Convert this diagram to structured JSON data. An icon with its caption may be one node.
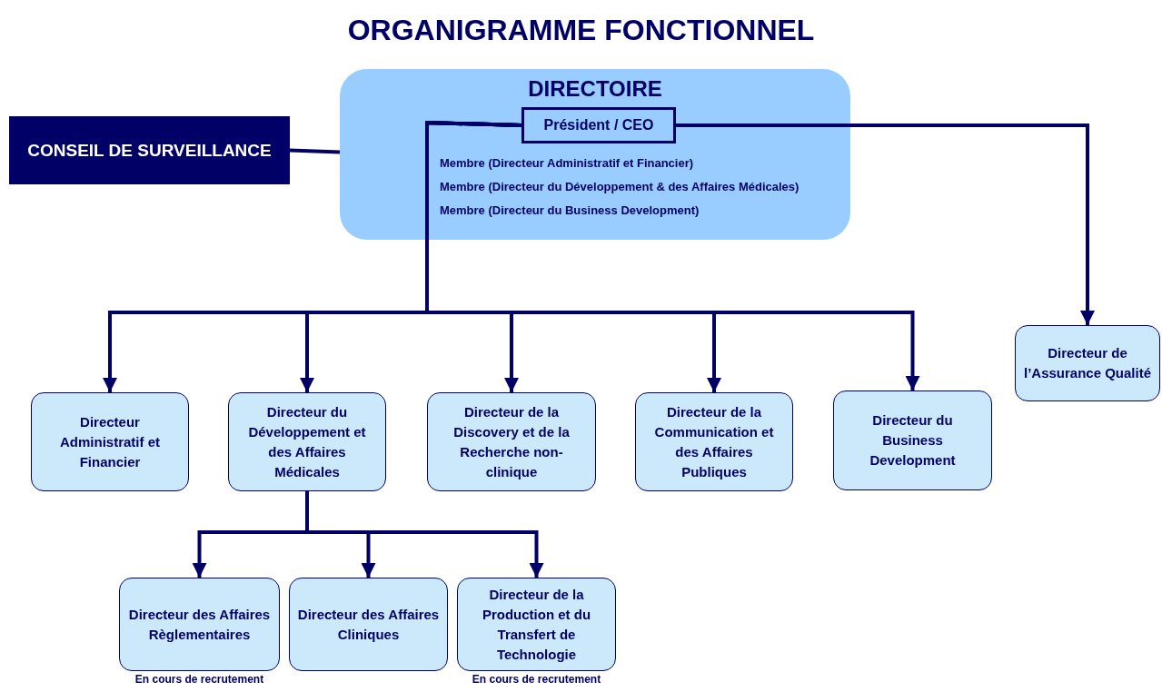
{
  "diagram": {
    "title": "ORGANIGRAMME FONCTIONNEL",
    "nodes": [
      {
        "text": [
          "CONSEIL DE SURVEILLANCE"
        ]
      },
      {
        "text": [
          "DIRECTOIRE",
          "Membre (Directeur Administratif et Financier)",
          "Membre (Directeur du Développement & des Affaires Médicales)",
          "Membre (Directeur du Business Development)"
        ]
      },
      {
        "text": [
          "Président / CEO"
        ],
        "in": 1
      },
      {
        "text": [
          "Directeur Administratif et Financier"
        ]
      },
      {
        "text": [
          "Directeur du Développement et des Affaires Médicales"
        ]
      },
      {
        "text": [
          "Directeur de la Discovery et de la Recherche non-clinique"
        ]
      },
      {
        "text": [
          "Directeur de la Communication et des Affaires Publiques"
        ]
      },
      {
        "text": [
          "Directeur du Business Development"
        ]
      },
      {
        "text": [
          "Directeur de l’Assurance Qualité"
        ]
      },
      {
        "text": [
          "Directeur des Affaires Règlementaires"
        ],
        "beside": [
          "En cours de recrutement"
        ]
      },
      {
        "text": [
          "Directeur des Affaires Cliniques"
        ]
      },
      {
        "text": [
          "Directeur de la Production et du Transfert de Technologie"
        ],
        "beside": [
          "En cours de recrutement"
        ]
      }
    ],
    "edges": [
      {
        "from": 0,
        "to": 1,
        "arrow": "none"
      },
      {
        "from": 2,
        "to": 3,
        "arrow": "to"
      },
      {
        "from": 2,
        "to": 4,
        "arrow": "to"
      },
      {
        "from": 2,
        "to": 5,
        "arrow": "to"
      },
      {
        "from": 2,
        "to": 6,
        "arrow": "to"
      },
      {
        "from": 2,
        "to": 7,
        "arrow": "to"
      },
      {
        "from": 2,
        "to": 8,
        "arrow": "to"
      },
      {
        "from": 4,
        "to": 9,
        "arrow": "to"
      },
      {
        "from": 4,
        "to": 10,
        "arrow": "to"
      },
      {
        "from": 4,
        "to": 11,
        "arrow": "to"
      }
    ]
  }
}
